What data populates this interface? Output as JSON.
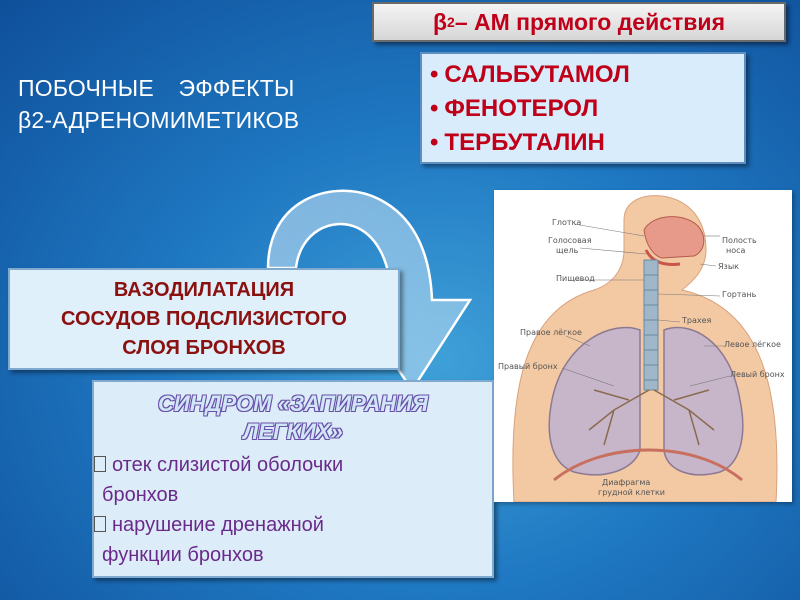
{
  "title": {
    "prefix": "β",
    "sub": "2",
    "rest": " – АМ прямого действия"
  },
  "side_heading": {
    "line1": "ПОБОЧНЫЕ ЭФФЕКТЫ",
    "line2": "β2-АДРЕНОМИМЕТИКОВ"
  },
  "drugs": {
    "bullet": "•",
    "items": [
      "САЛЬБУТАМОЛ",
      "ФЕНОТЕРОЛ",
      "ТЕРБУТАЛИН"
    ]
  },
  "vasodilatation": {
    "line1": "ВАЗОДИЛАТАЦИЯ",
    "line2": "СОСУДОВ ПОДСЛИЗИСТОГО",
    "line3": "СЛОЯ  БРОНХОВ"
  },
  "syndrome": {
    "title_line1": "СИНДРОМ «ЗАПИРАНИЯ",
    "title_line2": "ЛЕГКИХ»",
    "items": [
      {
        "line1": "отек слизистой оболочки",
        "line2": "бронхов"
      },
      {
        "line1": "нарушение дренажной",
        "line2": "функции бронхов"
      }
    ]
  },
  "anatomy_labels": {
    "glotka": "Глотка",
    "golos1": "Голосовая",
    "golos2": "щель",
    "pishchevod": "Пищевод",
    "polost1": "Полость",
    "polost2": "носа",
    "yazyk": "Язык",
    "gortan": "Гортань",
    "traheya": "Трахея",
    "pravoe_legkoe": "Правое лёгкое",
    "levoe_legkoe": "Левое лёгкое",
    "pravyi_bronh": "Правый бронх",
    "levyi_bronh": "Левый бронх",
    "diafragma1": "Диафрагма",
    "diafragma2": "грудной клетки"
  },
  "colors": {
    "accent_red": "#c00018",
    "dark_red": "#8b1010",
    "purple": "#6a2a8a",
    "background": "#1f78c2"
  }
}
